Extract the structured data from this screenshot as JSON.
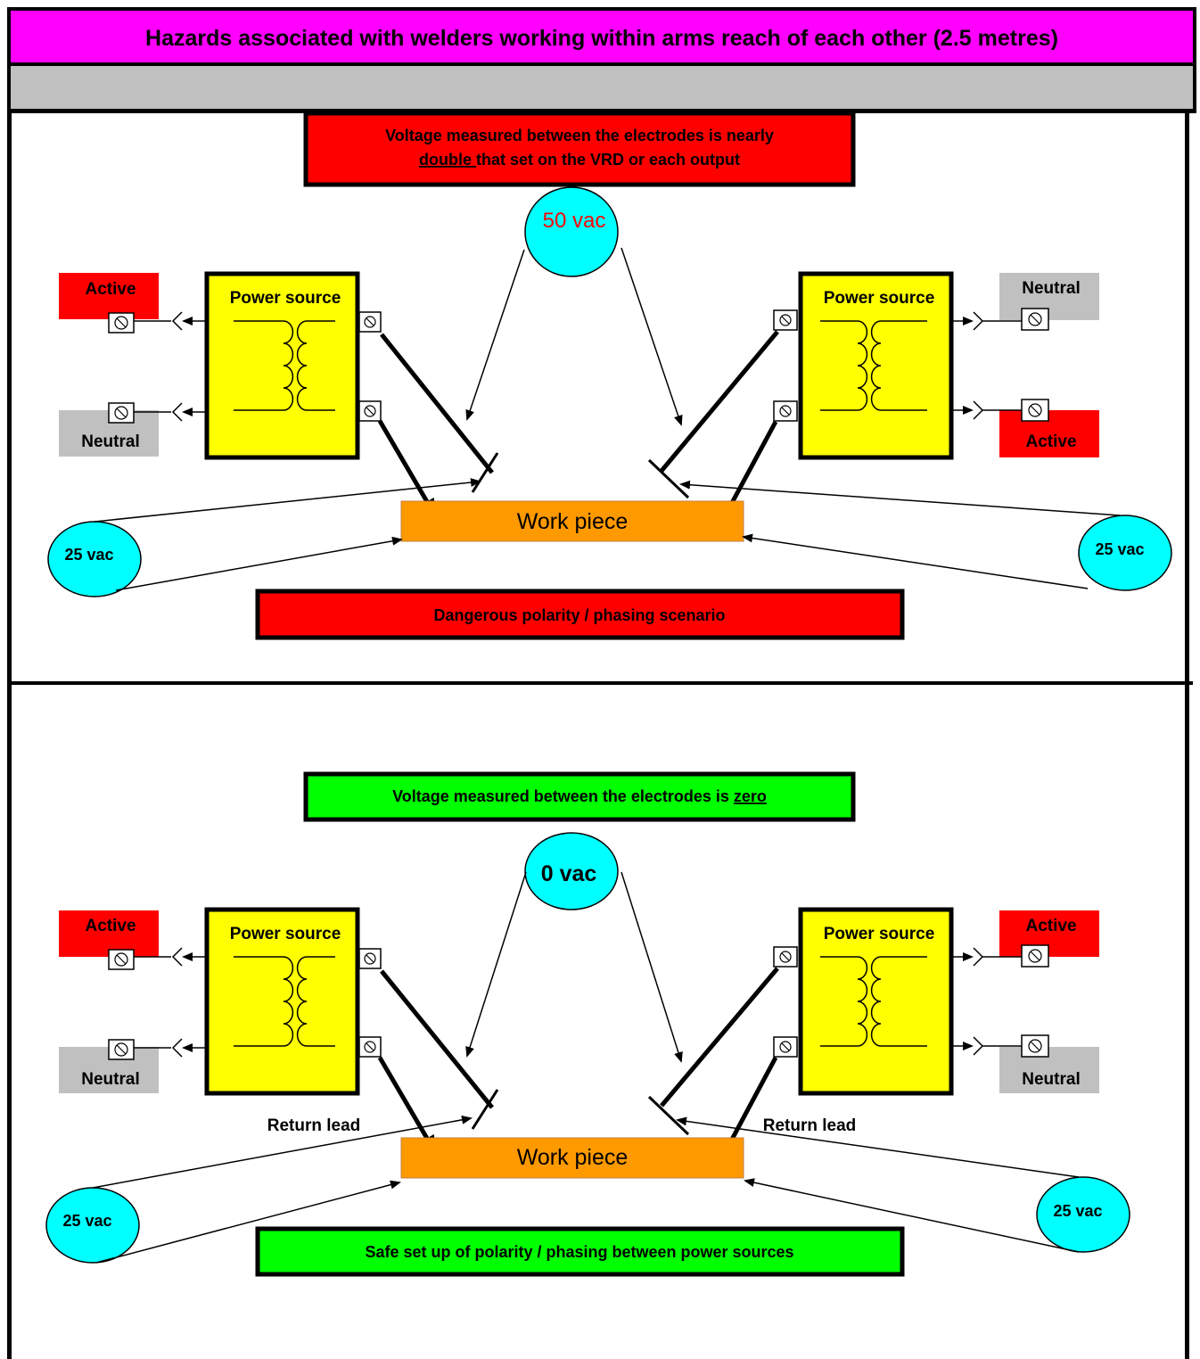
{
  "colors": {
    "title_bg": "#ff00ff",
    "grey_bar": "#c0c0c0",
    "danger": "#ff0000",
    "safe": "#00ff00",
    "power_source": "#ffff00",
    "work_piece": "#ff9900",
    "voltage_bubble": "#00ffff",
    "neutral_box": "#c0c0c0"
  },
  "title": "Hazards associated with welders working within arms reach of each other (2.5 metres)",
  "top_panel": {
    "banner_line1": "Voltage measured between the electrodes is nearly",
    "banner_line2_underlined": "double ",
    "banner_line2_rest": "that set on the VRD or each output",
    "center_voltage": "50 vac",
    "left_power_source": "Power source",
    "right_power_source": "Power source",
    "left_top_terminal": "Active",
    "left_bottom_terminal": "Neutral",
    "right_top_terminal": "Neutral",
    "right_bottom_terminal": "Active",
    "work_piece": "Work piece",
    "left_return_voltage": "25 vac",
    "right_return_voltage": "25 vac",
    "footer": "Dangerous polarity / phasing scenario"
  },
  "bottom_panel": {
    "banner_text": "Voltage measured between the electrodes is ",
    "banner_underlined": "zero",
    "center_voltage": "0 vac",
    "left_power_source": "Power source",
    "right_power_source": "Power source",
    "left_top_terminal": "Active",
    "left_bottom_terminal": "Neutral",
    "right_top_terminal": "Active",
    "right_bottom_terminal": "Neutral",
    "left_return_label": "Return lead",
    "right_return_label": "Return lead",
    "work_piece": "Work piece",
    "left_return_voltage": "25 vac",
    "right_return_voltage": "25 vac",
    "footer": "Safe set up of polarity / phasing between power sources"
  }
}
